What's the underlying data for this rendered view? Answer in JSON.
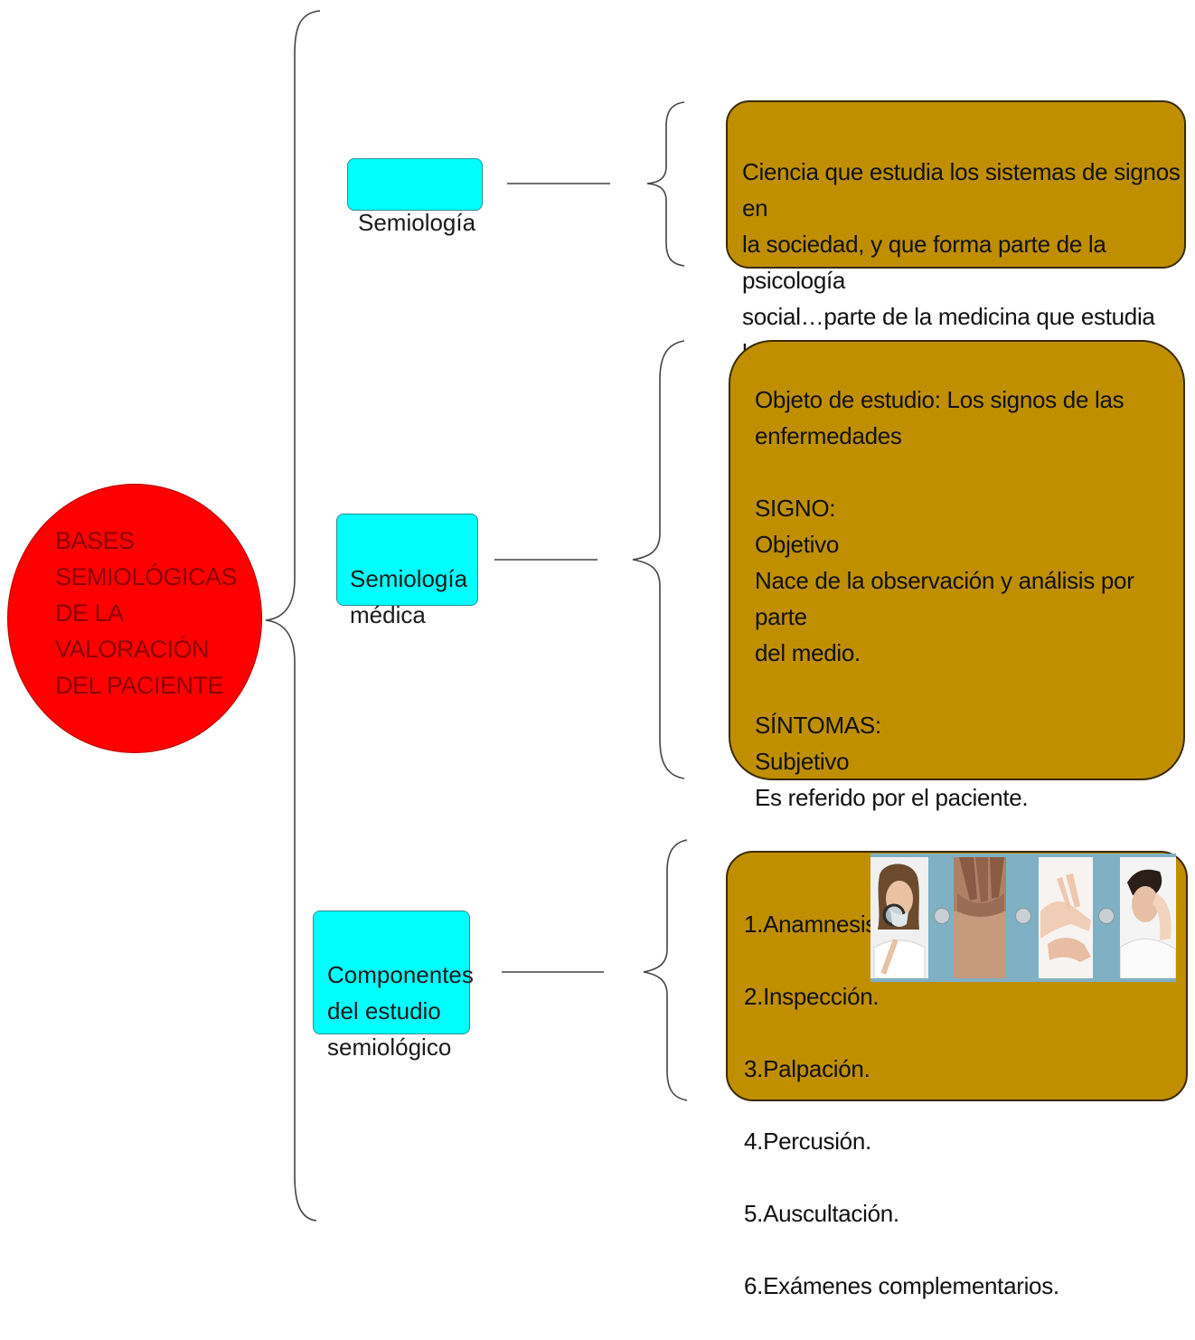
{
  "root": {
    "title": "BASES\nSEMIOLÓGICAS\nDE LA\nVALORACIÓN\nDEL PACIENTE"
  },
  "branches": [
    {
      "label": "Semiología",
      "detail": "Ciencia que estudia los sistemas de signos en\nla sociedad, y que forma parte de la psicología\nsocial…parte de la medicina que estudia los\nsignos característicos de una enfermedad."
    },
    {
      "label": "Semiología\nmédica",
      "detail": "Objeto de estudio: Los signos de las\nenfermedades\n\nSIGNO:\nObjetivo\nNace de la observación y análisis por parte\ndel medio.\n\nSÍNTOMAS:\nSubjetivo\nEs referido por el paciente."
    },
    {
      "label": "Componentes\ndel estudio\nsemiológico",
      "items": [
        "1.Anamnesis.",
        "2.Inspección.",
        "3.Palpación.",
        "4.Percusión.",
        "5.Auscultación.",
        "6.Exámenes complementarios."
      ]
    }
  ],
  "colors": {
    "root_fill": "#ff0000",
    "root_text": "#8b0000",
    "branch_fill": "#00ffff",
    "detail_fill": "#bf8f00",
    "connector": "#333333"
  }
}
